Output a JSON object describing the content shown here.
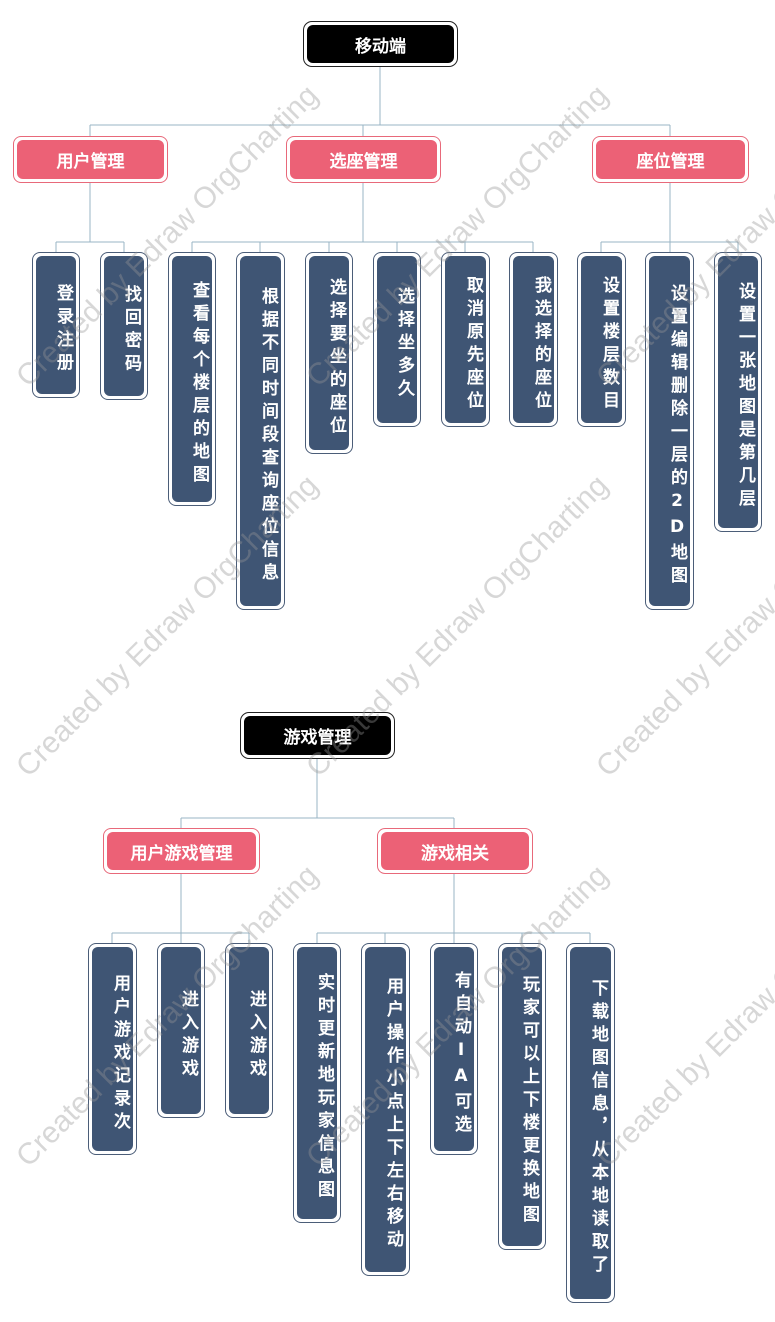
{
  "watermark": "Created by Edraw OrgCharting",
  "colors": {
    "root": "#000000",
    "category": "#ec6176",
    "leaf": "#3f5574",
    "connector": "#98b4c4"
  },
  "mobile": {
    "root": "移动端",
    "categories": [
      {
        "label": "用户管理",
        "children": [
          "登录注册",
          "找回密码"
        ]
      },
      {
        "label": "选座管理",
        "children": [
          "查看每个楼层的地图",
          "根据不同时间段查询座位信息",
          "选择要坐的座位",
          "选择坐多久",
          "取消原先座位",
          "我选择的座位"
        ]
      },
      {
        "label": "座位管理",
        "children": [
          "设置楼层数目",
          "设置编辑删除一层的2D地图",
          "设置一张地图是第几层"
        ]
      }
    ]
  },
  "game": {
    "root": "游戏管理",
    "categories": [
      {
        "label": "用户游戏管理",
        "children": [
          "用户游戏记录次",
          "进入游戏",
          "进入游戏"
        ]
      },
      {
        "label": "游戏相关",
        "children": [
          "实时更新地玩家信息图",
          "用户操作小点上下左右移动",
          "有自动IA可选",
          "玩家可以上下楼更换地图",
          "下载地图信息，从本地读取了"
        ]
      }
    ]
  }
}
